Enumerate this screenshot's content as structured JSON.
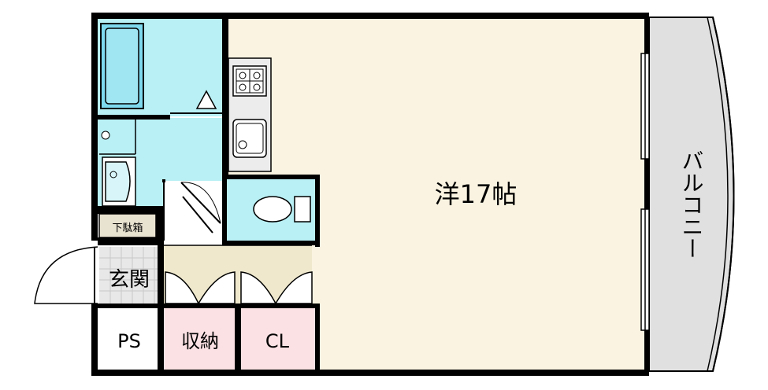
{
  "rooms": {
    "western_room": "洋17帖",
    "balcony": "バルコニー",
    "entrance": "玄関",
    "shoe_box": "下駄箱",
    "storage": "収納",
    "closet": "CL",
    "pipe_space": "PS"
  },
  "colors": {
    "wall": "#000000",
    "western_room_floor": "#faf3e1",
    "wet_area": "#b9f0f5",
    "storage_floor": "#fbe1e3",
    "closet_floor": "#efe8cc",
    "balcony_floor": "#e0e0e0",
    "entrance_tile": "#e8e8e8",
    "kitchen_counter": "#ececec"
  }
}
